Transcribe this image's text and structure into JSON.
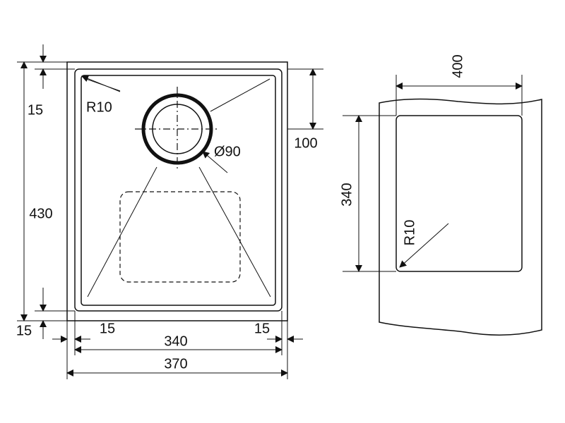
{
  "drawing": {
    "dimensions": {
      "top_lip": "15",
      "left_height_outer": "430",
      "bottom_lip": "15",
      "corner_radius_main": "R10",
      "drain_diameter": "Ø90",
      "drain_offset": "100",
      "bottom_left_inset": "15",
      "bottom_right_inset": "15",
      "inner_width": "340",
      "outer_width": "370",
      "cutout_width": "400",
      "cutout_height": "340",
      "cutout_radius": "R10"
    }
  }
}
